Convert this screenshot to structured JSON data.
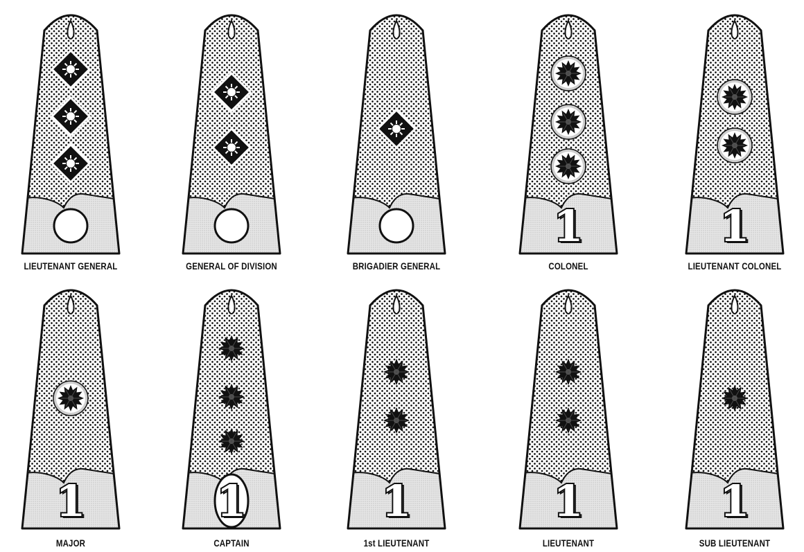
{
  "ranks": [
    {
      "label": "LIEUTENANT GENERAL",
      "insignia": "diamond-emblem-icon",
      "insignia_count": 3,
      "rim_insignia": false,
      "lower_badge": "white-circle-icon",
      "badge_text": ""
    },
    {
      "label": "GENERAL OF DIVISION",
      "insignia": "diamond-emblem-icon",
      "insignia_count": 2,
      "rim_insignia": false,
      "lower_badge": "white-circle-icon",
      "badge_text": ""
    },
    {
      "label": "BRIGADIER GENERAL",
      "insignia": "diamond-emblem-icon",
      "insignia_count": 1,
      "rim_insignia": false,
      "lower_badge": "white-circle-icon",
      "badge_text": ""
    },
    {
      "label": "COLONEL",
      "insignia": "rosette-icon",
      "insignia_count": 3,
      "rim_insignia": true,
      "lower_badge": "numeral",
      "badge_text": "1"
    },
    {
      "label": "LIEUTENANT COLONEL",
      "insignia": "rosette-icon",
      "insignia_count": 2,
      "rim_insignia": true,
      "lower_badge": "numeral",
      "badge_text": "1"
    },
    {
      "label": "MAJOR",
      "insignia": "rosette-icon",
      "insignia_count": 1,
      "rim_insignia": true,
      "lower_badge": "numeral",
      "badge_text": "1"
    },
    {
      "label": "CAPTAIN",
      "insignia": "rosette-icon",
      "insignia_count": 3,
      "rim_insignia": false,
      "lower_badge": "numeral-in-oval",
      "badge_text": "1"
    },
    {
      "label": "1st LIEUTENANT",
      "insignia": "rosette-icon",
      "insignia_count": 2,
      "rim_insignia": false,
      "lower_badge": "numeral",
      "badge_text": "1"
    },
    {
      "label": "LIEUTENANT",
      "insignia": "rosette-icon",
      "insignia_count": 2,
      "rim_insignia": false,
      "lower_badge": "numeral",
      "badge_text": "1"
    },
    {
      "label": "SUB LIEUTENANT",
      "insignia": "rosette-icon",
      "insignia_count": 1,
      "rim_insignia": false,
      "lower_badge": "numeral",
      "badge_text": "1"
    }
  ],
  "colors": {
    "ink": "#111111",
    "paper": "#ffffff",
    "lower_tint": "#e6e6e6"
  }
}
